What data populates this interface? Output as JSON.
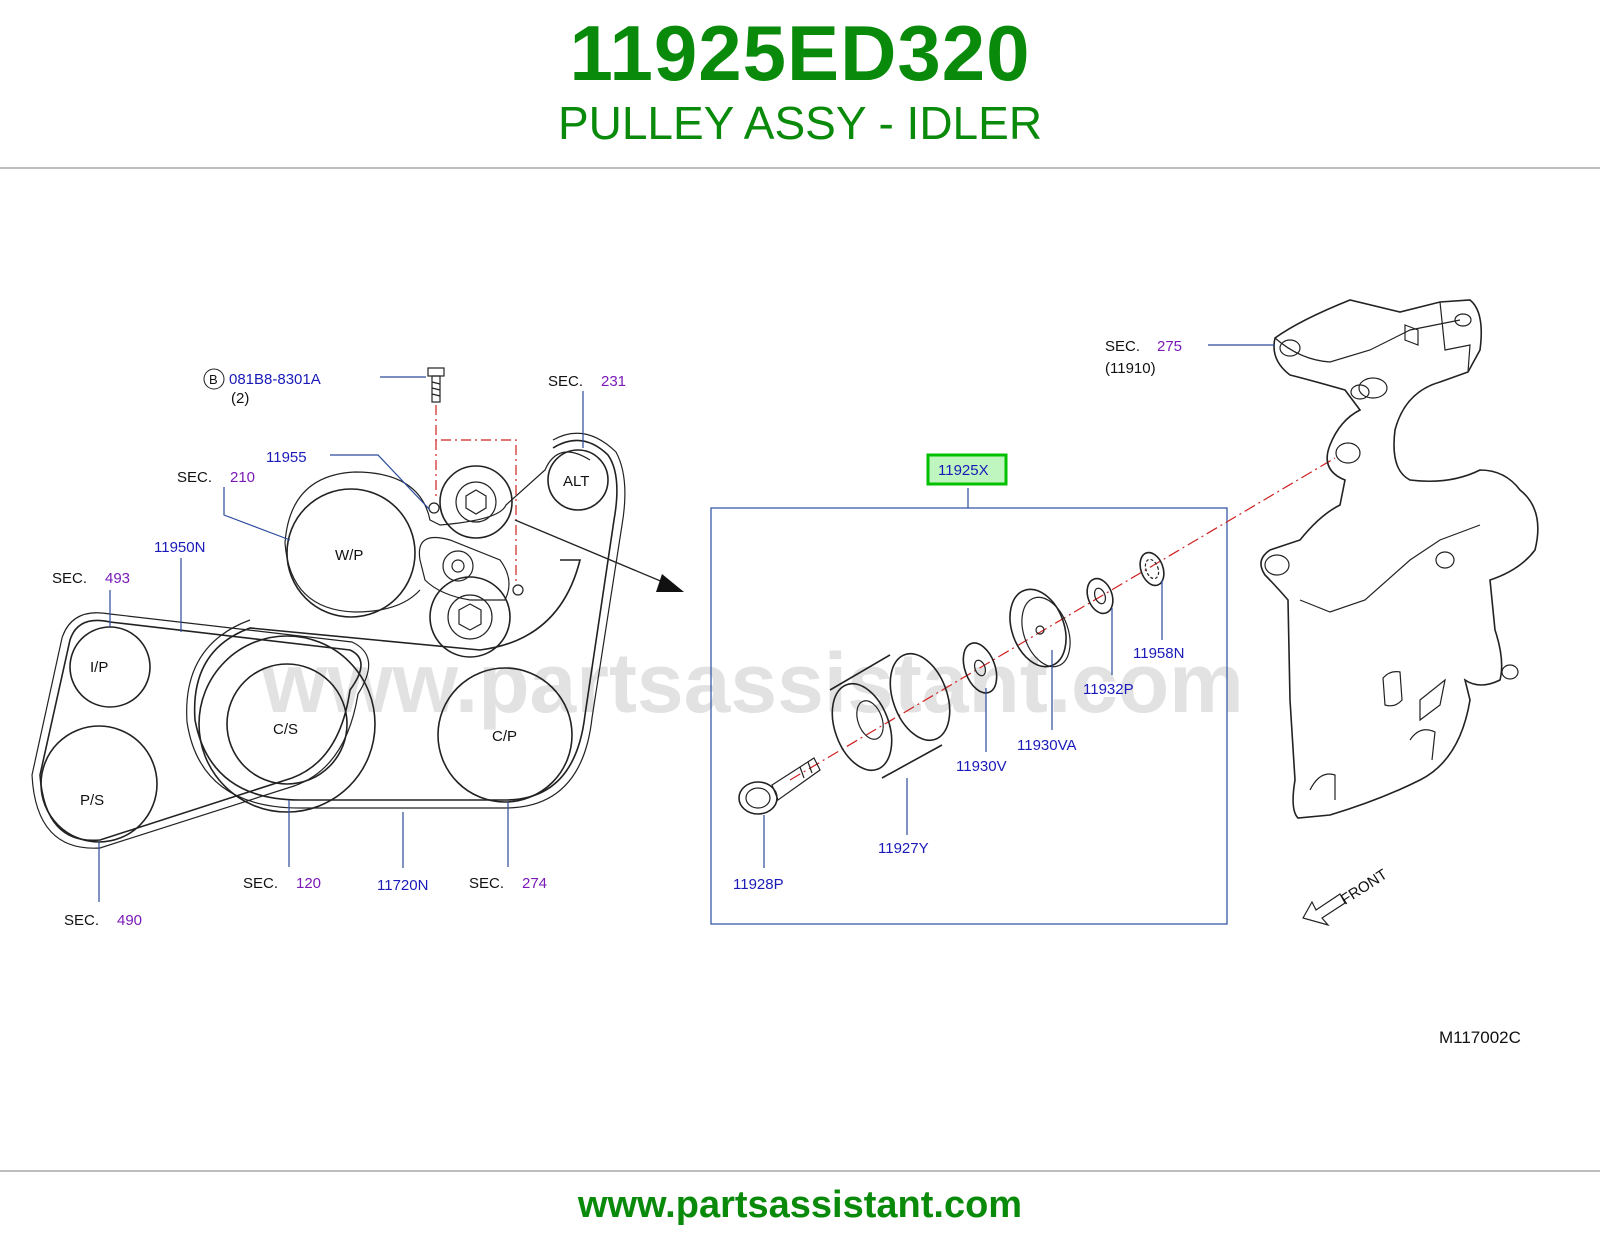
{
  "header": {
    "part_number": "11925ED320",
    "part_name": "PULLEY ASSY - IDLER"
  },
  "footer": {
    "url": "www.partsassistant.com"
  },
  "watermark": "www.partsassistant.com",
  "diagram_code": "M117002C",
  "colors": {
    "brand_green": "#0a8a0a",
    "callout_blue": "#1a1ab8",
    "section_purple": "#7a1ab8",
    "highlight_green": "#00c000"
  },
  "belt_layout": {
    "bolt_callout": {
      "badge": "B",
      "part": "081B8-8301A",
      "qty": "(2)"
    },
    "sec_label": "SEC.",
    "sections": {
      "alt": "231",
      "wp": "210",
      "ip": "493",
      "cs": "120",
      "cp": "274",
      "ps": "490"
    },
    "parts": {
      "tensioner": "11955",
      "belt_upper": "11950N",
      "belt_lower": "11720N"
    },
    "pulleys": {
      "alt": "ALT",
      "wp": "W/P",
      "ip": "I/P",
      "cs": "C/S",
      "cp": "C/P",
      "ps": "P/S"
    }
  },
  "exploded": {
    "assembly": "11925X",
    "parts": {
      "bolt": "11928P",
      "pulley": "11927Y",
      "washer": "11930V",
      "cover": "11930VA",
      "spacer": "11932P",
      "clip": "11958N"
    }
  },
  "bracket": {
    "sec_label": "SEC.",
    "sec_num": "275",
    "ref": "(11910)"
  },
  "front_label": "FRONT"
}
